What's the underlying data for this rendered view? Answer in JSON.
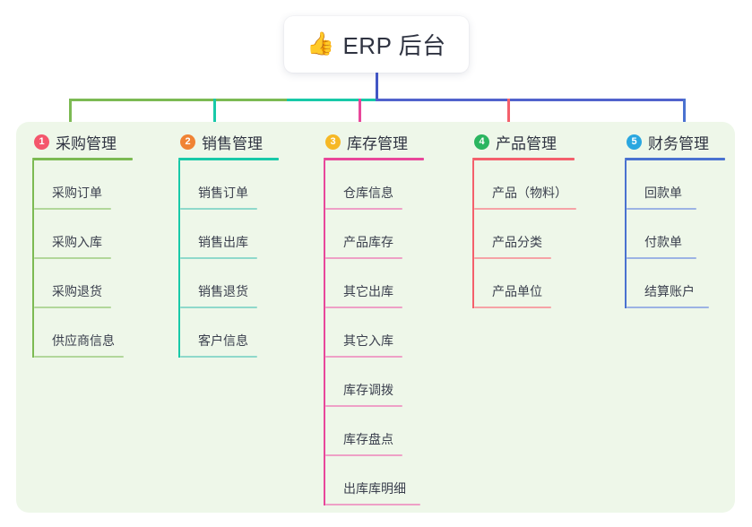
{
  "root": {
    "icon": "thumbs-up-emoji",
    "emoji": "👍",
    "title": "ERP 后台"
  },
  "colors": {
    "panel_bg": "#eef7e9",
    "root_text": "#2f3341",
    "stem_blue": "#4256c4",
    "branch_green": "#7cba53",
    "branch_teal": "#18c9a8",
    "branch_pink": "#e8479a",
    "branch_red": "#f4606c",
    "branch_blue": "#4a72d0"
  },
  "columns": [
    {
      "index": "1",
      "badge_color": "#f4566c",
      "line_color": "#7cba53",
      "leaf_line_color": "#b2d79a",
      "title": "采购管理",
      "items": [
        "采购订单",
        "采购入库",
        "采购退货",
        "供应商信息"
      ]
    },
    {
      "index": "2",
      "badge_color": "#f08334",
      "line_color": "#18c9a8",
      "leaf_line_color": "#8fd9cb",
      "title": "销售管理",
      "items": [
        "销售订单",
        "销售出库",
        "销售退货",
        "客户信息"
      ]
    },
    {
      "index": "3",
      "badge_color": "#f6b825",
      "line_color": "#e8479a",
      "leaf_line_color": "#eea0c6",
      "title": "库存管理",
      "items": [
        "仓库信息",
        "产品库存",
        "其它出库",
        "其它入库",
        "库存调拨",
        "库存盘点",
        "出库库明细"
      ]
    },
    {
      "index": "4",
      "badge_color": "#2bb560",
      "line_color": "#f4606c",
      "leaf_line_color": "#f6a3a6",
      "title": "产品管理",
      "items": [
        "产品（物料）",
        "产品分类",
        "产品单位"
      ]
    },
    {
      "index": "5",
      "badge_color": "#2aa7e0",
      "line_color": "#4a72d0",
      "leaf_line_color": "#9cb3e4",
      "title": "财务管理",
      "items": [
        "回款单",
        "付款单",
        "结算账户"
      ]
    }
  ],
  "connectors": {
    "root_stem_color": "#4256c4",
    "bar_segments": [
      {
        "color": "#7cba53",
        "label": "segment-to-purchasing"
      },
      {
        "color": "#18c9a8",
        "label": "segment-to-sales"
      },
      {
        "color": "#5162cc",
        "label": "segment-to-product-and-finance"
      }
    ]
  }
}
